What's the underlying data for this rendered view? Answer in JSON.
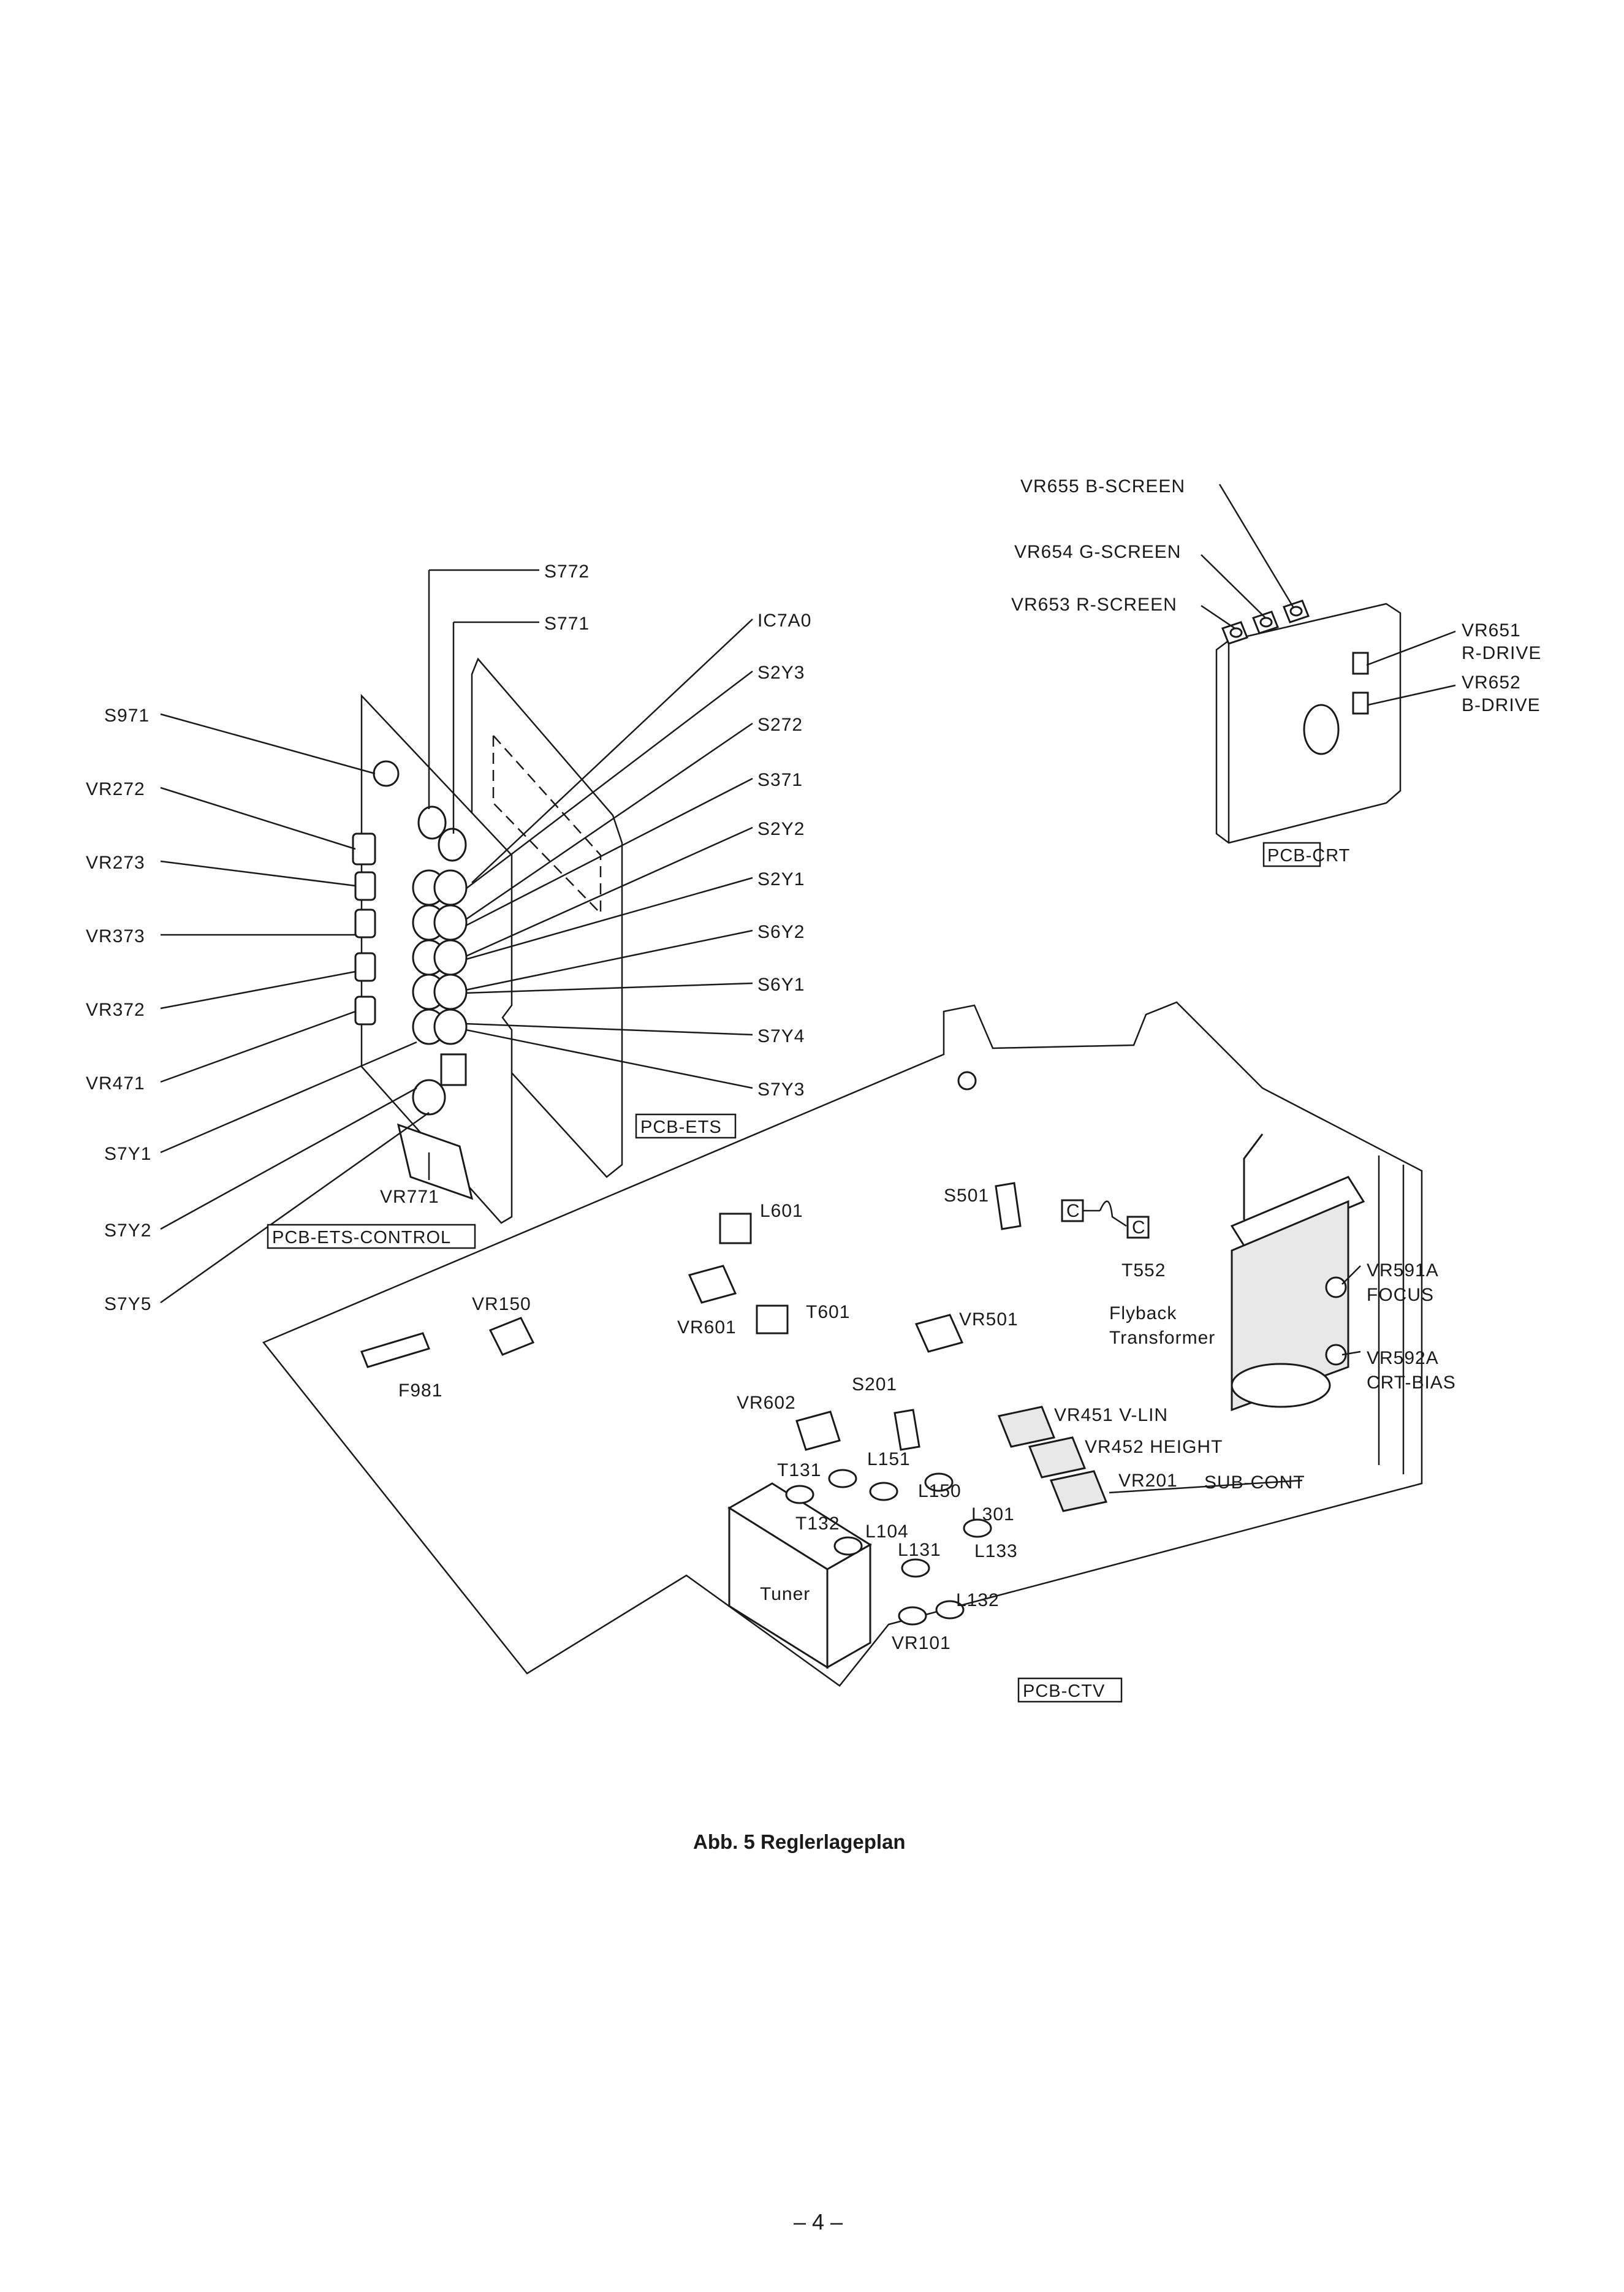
{
  "labels": {
    "vr655": "VR655 B-SCREEN",
    "vr654": "VR654 G-SCREEN",
    "vr653": "VR653 R-SCREEN",
    "vr651": "VR651",
    "r_drive": "R-DRIVE",
    "vr652": "VR652",
    "b_drive": "B-DRIVE",
    "pcb_crt": "PCB-CRT",
    "s772": "S772",
    "s771": "S771",
    "ic7a0": "IC7A0",
    "s2y3": "S2Y3",
    "s272": "S272",
    "s371": "S371",
    "s2y2": "S2Y2",
    "s2y1": "S2Y1",
    "s6y2": "S6Y2",
    "s6y1": "S6Y1",
    "s7y4": "S7Y4",
    "s7y3": "S7Y3",
    "pcb_ets": "PCB-ETS",
    "s971": "S971",
    "vr272": "VR272",
    "vr273": "VR273",
    "vr373": "VR373",
    "vr372": "VR372",
    "vr471": "VR471",
    "s7y1": "S7Y1",
    "s7y2": "S7Y2",
    "s7y5": "S7Y5",
    "vr771": "VR771",
    "pcb_ets_control": "PCB-ETS-CONTROL",
    "l601": "L601",
    "s501": "S501",
    "t552": "T552",
    "flyback": "Flyback",
    "transformer": "Transformer",
    "vr591a": "VR591A",
    "focus": "FOCUS",
    "vr592a": "VR592A",
    "crt_bias": "CRT-BIAS",
    "vr150": "VR150",
    "vr601": "VR601",
    "t601": "T601",
    "vr501": "VR501",
    "f981": "F981",
    "vr602": "VR602",
    "s201": "S201",
    "vr451": "VR451 V-LIN",
    "vr452": "VR452 HEIGHT",
    "vr201": "VR201",
    "sub_cont": "SUB-CONT",
    "t131": "T131",
    "l151": "L151",
    "l150": "L150",
    "t132": "T132",
    "l104": "L104",
    "l301": "L301",
    "l131": "L131",
    "l133": "L133",
    "tuner": "Tuner",
    "l132": "L132",
    "vr101": "VR101",
    "pcb_ctv": "PCB-CTV",
    "c_left": "C",
    "c_right": "C"
  },
  "caption": "Abb. 5  Reglerlageplan",
  "page_number": "– 4 –"
}
